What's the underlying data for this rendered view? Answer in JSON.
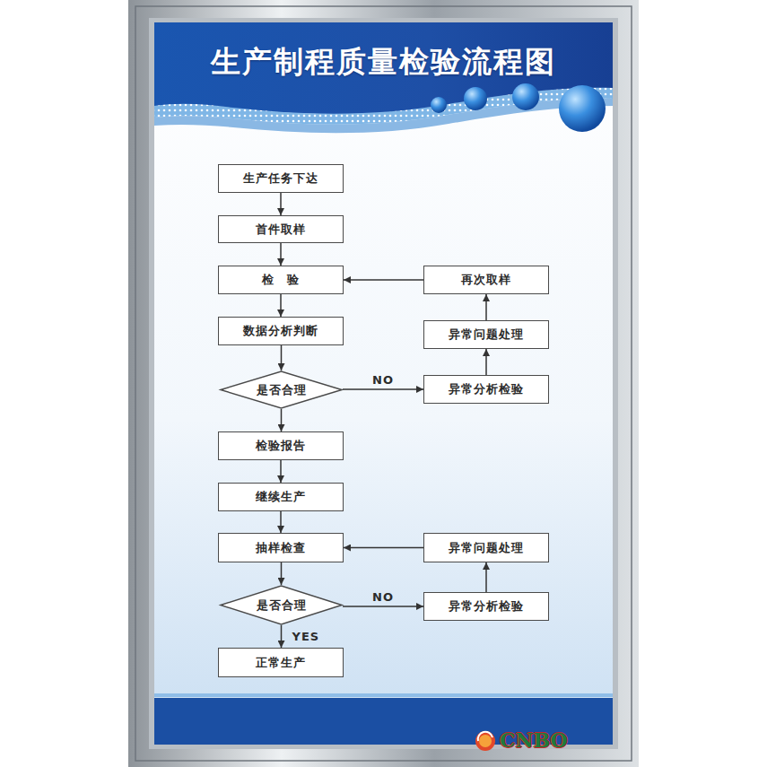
{
  "diagram": {
    "title": "生产制程质量检验流程图",
    "nodes": [
      {
        "text": [
          "生产任务下达"
        ]
      },
      {
        "text": [
          "首件取样"
        ]
      },
      {
        "text": [
          "检　验"
        ]
      },
      {
        "text": [
          "再次取样"
        ]
      },
      {
        "text": [
          "数据分析判断"
        ]
      },
      {
        "text": [
          "异常问题处理"
        ]
      },
      {
        "text": [
          "是否合理"
        ]
      },
      {
        "text": [
          "异常分析检验"
        ]
      },
      {
        "text": [
          "检验报告"
        ]
      },
      {
        "text": [
          "继续生产"
        ]
      },
      {
        "text": [
          "抽样检查"
        ]
      },
      {
        "text": [
          "异常问题处理"
        ]
      },
      {
        "text": [
          "是否合理"
        ]
      },
      {
        "text": [
          "异常分析检验"
        ]
      },
      {
        "text": [
          "正常生产"
        ]
      }
    ],
    "edges": [
      {
        "from": 0,
        "to": 1,
        "arrow": "to"
      },
      {
        "from": 1,
        "to": 2,
        "arrow": "to"
      },
      {
        "from": 2,
        "to": 4,
        "arrow": "to"
      },
      {
        "from": 4,
        "to": 6,
        "arrow": "to"
      },
      {
        "from": 6,
        "to": 7,
        "label": "NO",
        "arrow": "to"
      },
      {
        "from": 7,
        "to": 5,
        "arrow": "to"
      },
      {
        "from": 5,
        "to": 3,
        "arrow": "to"
      },
      {
        "from": 3,
        "to": 2,
        "arrow": "to"
      },
      {
        "from": 6,
        "to": 8,
        "arrow": "to"
      },
      {
        "from": 8,
        "to": 9,
        "arrow": "to"
      },
      {
        "from": 9,
        "to": 10,
        "arrow": "to"
      },
      {
        "from": 10,
        "to": 12,
        "arrow": "to"
      },
      {
        "from": 12,
        "to": 13,
        "label": "NO",
        "arrow": "to"
      },
      {
        "from": 13,
        "to": 11,
        "arrow": "to"
      },
      {
        "from": 11,
        "to": 10,
        "arrow": "to"
      },
      {
        "from": 12,
        "to": 14,
        "label": "YES",
        "arrow": "to"
      }
    ],
    "labels": [
      "CNBO"
    ]
  }
}
